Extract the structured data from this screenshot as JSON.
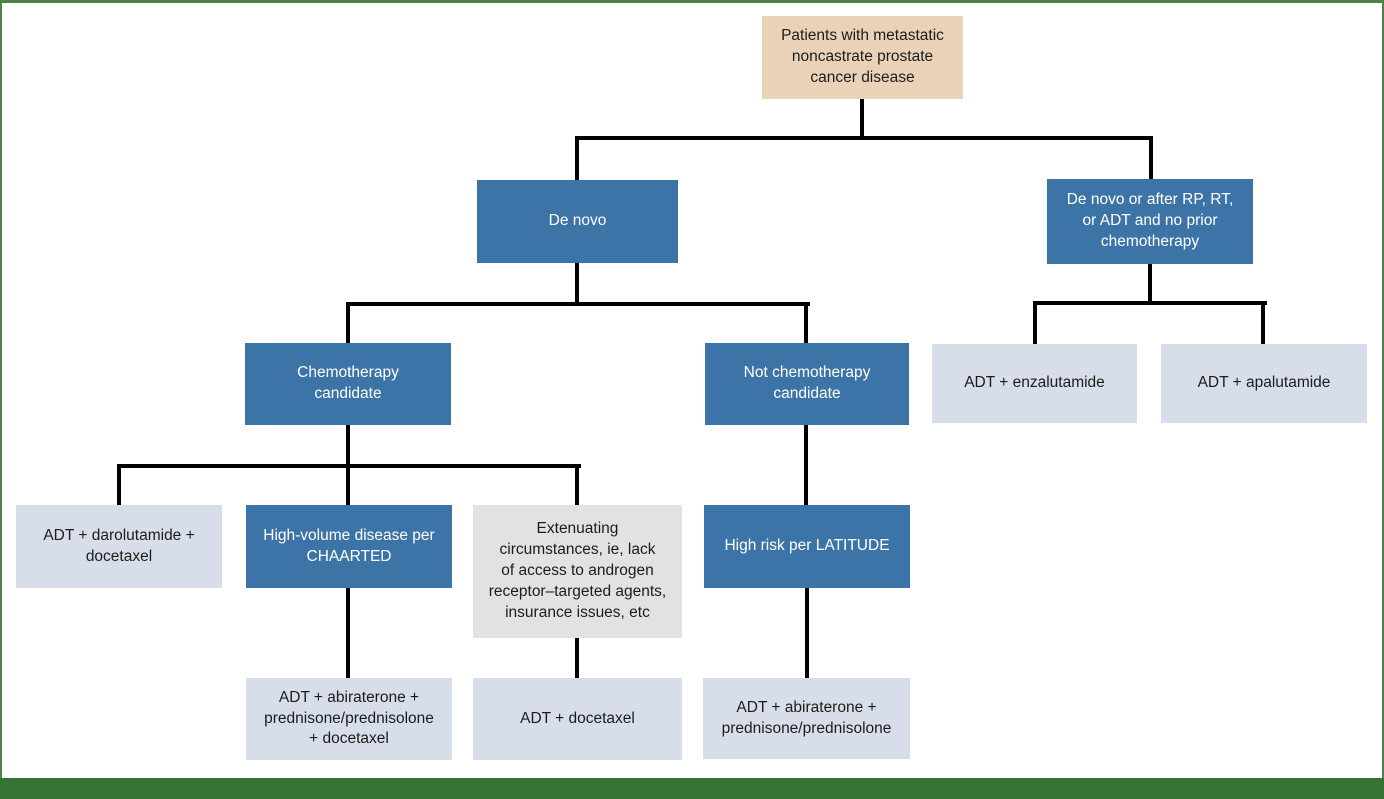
{
  "diagram": {
    "description": "Treatment algorithm flowchart for metastatic noncastrate prostate cancer",
    "colors": {
      "primary_blue": "#3d74a7",
      "light_blue": "#d7dee9",
      "tan": "#e9d2b8",
      "gray": "#e2e2e1",
      "frame_green": "#4c8147",
      "footer_green": "#347332",
      "connector_black": "#000000"
    },
    "nodes": {
      "patients": {
        "text": "Patients with metastatic\nnoncastrate prostate\ncancer disease"
      },
      "de_novo": {
        "text": "De novo"
      },
      "de_novo_after": {
        "text": "De novo or after RP, RT,\nor ADT and no prior\nchemotherapy"
      },
      "chemo_candidate": {
        "text": "Chemotherapy\ncandidate"
      },
      "not_chemo_candidate": {
        "text": "Not chemotherapy\ncandidate"
      },
      "adt_enzalutamide": {
        "text": "ADT + enzalutamide"
      },
      "adt_apalutamide": {
        "text": "ADT + apalutamide"
      },
      "adt_darolutamide": {
        "text": "ADT + darolutamide +\ndocetaxel"
      },
      "high_volume": {
        "text": "High-volume disease per\nCHAARTED"
      },
      "extenuating": {
        "text": "Extenuating\ncircumstances, ie, lack\nof access to androgen\nreceptor–targeted agents,\ninsurance issues, etc"
      },
      "high_risk_latitude": {
        "text": "High risk per LATITUDE"
      },
      "adt_abi_pred_doce": {
        "text": "ADT + abiraterone +\nprednisone/prednisolone\n+ docetaxel"
      },
      "adt_docetaxel": {
        "text": "ADT + docetaxel"
      },
      "adt_abi_pred": {
        "text": "ADT + abiraterone +\nprednisone/prednisolone"
      }
    }
  }
}
